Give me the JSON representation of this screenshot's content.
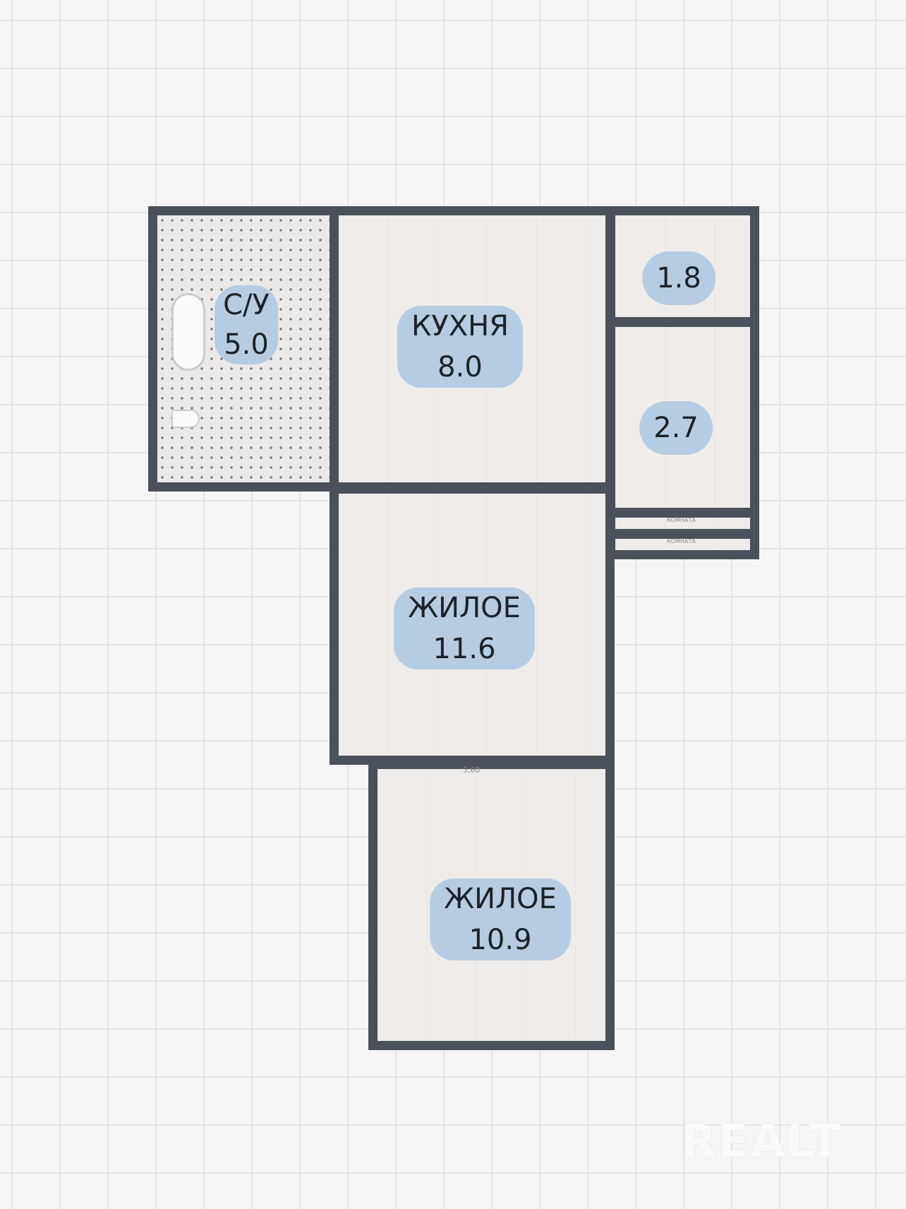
{
  "rooms": [
    {
      "name": "С/У",
      "area": "5.0"
    },
    {
      "name": "КУХНЯ",
      "area": "8.0"
    },
    {
      "name": "",
      "area": "1.8"
    },
    {
      "name": "",
      "area": "2.7"
    },
    {
      "name": "ЖИЛОЕ",
      "area": "11.6"
    },
    {
      "name": "ЖИЛОЕ",
      "area": "10.9"
    }
  ],
  "dimension_label": "5,60",
  "small_labels": [
    "КОМНАТА",
    "КОМНАТА"
  ],
  "watermark": "REALT",
  "colors": {
    "wall": "#4b515b",
    "label": "#b6cce3",
    "floor": "#efece9"
  }
}
